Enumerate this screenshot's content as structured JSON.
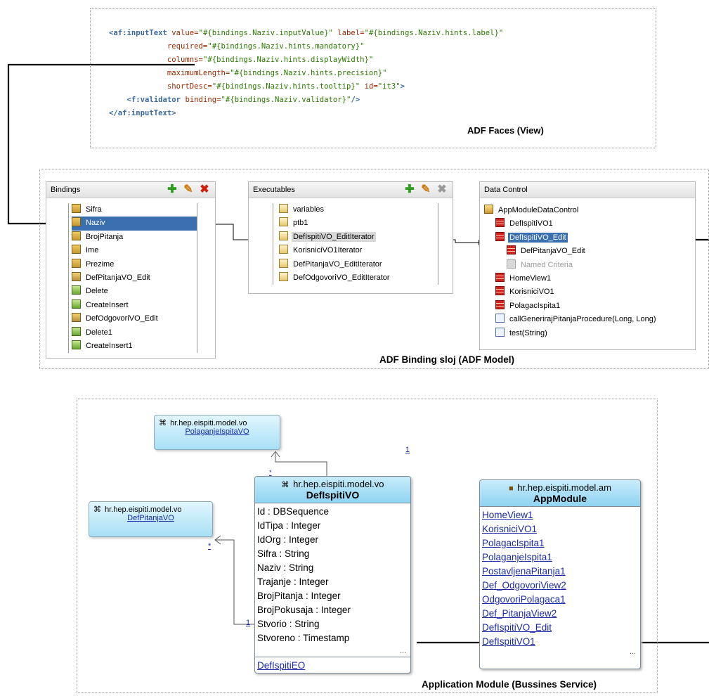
{
  "code_section": {
    "lines": [
      [
        [
          "tag",
          "<af:inputText "
        ],
        [
          "attr",
          "value="
        ],
        [
          "str",
          "\"#{bindings.Naziv.inputValue}\""
        ],
        [
          "attr",
          " label="
        ],
        [
          "str",
          "\"#{bindings.Naziv.hints.label}\""
        ]
      ],
      [
        [
          "attr",
          "             required="
        ],
        [
          "str",
          "\"#{bindings.Naziv.hints.mandatory}\""
        ]
      ],
      [
        [
          "attr",
          "             columns="
        ],
        [
          "str",
          "\"#{bindings.Naziv.hints.displayWidth}\""
        ]
      ],
      [
        [
          "attr",
          "             maximumLength="
        ],
        [
          "str",
          "\"#{bindings.Naziv.hints.precision}\""
        ]
      ],
      [
        [
          "attr",
          "             shortDesc="
        ],
        [
          "str",
          "\"#{bindings.Naziv.hints.tooltip}\""
        ],
        [
          "attr",
          " id="
        ],
        [
          "str",
          "\"it3\""
        ],
        [
          "tag",
          ">"
        ]
      ],
      [
        [
          "tag",
          "    <f:validator "
        ],
        [
          "attr",
          "binding="
        ],
        [
          "str",
          "\"#{bindings.Naziv.validator}\""
        ],
        [
          "tag",
          "/>"
        ]
      ],
      [
        [
          "tag",
          "</af:inputText>"
        ]
      ]
    ],
    "title": "ADF Faces (View)"
  },
  "binding_section": {
    "title": "ADF Binding sloj (ADF Model)",
    "bindings_panel": {
      "title": "Bindings",
      "items": [
        {
          "label": "Sifra",
          "icon": "attribute-binding-icon"
        },
        {
          "label": "Naziv",
          "icon": "attribute-binding-icon",
          "selected": true
        },
        {
          "label": "BrojPitanja",
          "icon": "attribute-binding-icon"
        },
        {
          "label": "Ime",
          "icon": "attribute-binding-icon"
        },
        {
          "label": "Prezime",
          "icon": "attribute-binding-icon"
        },
        {
          "label": "DefPitanjaVO_Edit",
          "icon": "tree-binding-icon"
        },
        {
          "label": "Delete",
          "icon": "action-binding-icon"
        },
        {
          "label": "CreateInsert",
          "icon": "action-binding-icon"
        },
        {
          "label": "DefOdgovoriVO_Edit",
          "icon": "tree-binding-icon"
        },
        {
          "label": "Delete1",
          "icon": "action-binding-icon"
        },
        {
          "label": "CreateInsert1",
          "icon": "action-binding-icon"
        }
      ]
    },
    "executables_panel": {
      "title": "Executables",
      "items": [
        {
          "label": "variables",
          "icon": "iterator-icon"
        },
        {
          "label": "ptb1",
          "icon": "page-template-icon"
        },
        {
          "label": "DefIspitiVO_EditIterator",
          "icon": "iterator-icon",
          "highlighted": true
        },
        {
          "label": "KorisniciVO1Iterator",
          "icon": "iterator-icon"
        },
        {
          "label": "DefPitanjaVO_EditIterator",
          "icon": "iterator-icon"
        },
        {
          "label": "DefOdgovoriVO_EditIterator",
          "icon": "iterator-icon"
        }
      ]
    },
    "datacontrol_panel": {
      "title": "Data Control",
      "items": [
        {
          "label": "AppModuleDataControl",
          "icon": "data-control-icon",
          "level": 0
        },
        {
          "label": "DefIspitiVO1",
          "icon": "view-object-icon",
          "level": 1
        },
        {
          "label": "DefIspitiVO_Edit",
          "icon": "view-object-icon",
          "level": 1,
          "selected": true
        },
        {
          "label": "DefPitanjaVO_Edit",
          "icon": "view-object-icon",
          "level": 2
        },
        {
          "label": "Named Criteria",
          "icon": "folder-icon",
          "level": 2,
          "muted": true
        },
        {
          "label": "HomeView1",
          "icon": "view-object-icon",
          "level": 1
        },
        {
          "label": "KorisniciVO1",
          "icon": "view-object-icon",
          "level": 1
        },
        {
          "label": "PolagacIspita1",
          "icon": "view-object-icon",
          "level": 1
        },
        {
          "label": "callGenerirajPitanjaProcedure(Long, Long)",
          "icon": "method-icon",
          "level": 1
        },
        {
          "label": "test(String)",
          "icon": "method-icon",
          "level": 1
        }
      ]
    }
  },
  "app_section": {
    "title": "Application Module (Bussines Service)",
    "polaganje_box": {
      "package": "hr.hep.eispiti.model.vo",
      "name": "PolaganjeIspitaVO"
    },
    "defpitanja_box": {
      "package": "hr.hep.eispiti.model.vo",
      "name": "DefPitanjaVO"
    },
    "defispiti_class": {
      "package": "hr.hep.eispiti.model.vo",
      "name": "DefIspitiVO",
      "attributes": [
        "Id : DBSequence",
        "IdTipa : Integer",
        "IdOrg : Integer",
        "Sifra : String",
        "Naziv : String",
        "Trajanje : Integer",
        "BrojPitanja : Integer",
        "BrojPokusaja : Integer",
        "Stvorio : String",
        "Stvoreno : Timestamp"
      ],
      "entity": "DefIspitiEO",
      "ellipsis": "..."
    },
    "appmodule_class": {
      "package": "hr.hep.eispiti.model.am",
      "name": "AppModule",
      "instances": [
        "HomeView1",
        "KorisniciVO1",
        "PolagacIspita1",
        "PolaganjeIspita1",
        "PostavljenaPitanja1",
        "Def_OdgovoriView2",
        "OdgovoriPolagaca1",
        "Def_PitanjaView2",
        "DefIspitiVO_Edit",
        "DefIspitiVO1"
      ],
      "ellipsis": "..."
    },
    "multiplicities": {
      "m1_top": "1",
      "m_star_top": "*",
      "m_star_left": "*",
      "m1_left": "1"
    }
  },
  "colors": {
    "code_tag": "#3a6aa0",
    "code_attr": "#9a2a00",
    "code_string": "#2a7a00",
    "selection": "#3a6fb0",
    "uml_header": "#8fd4f2"
  }
}
